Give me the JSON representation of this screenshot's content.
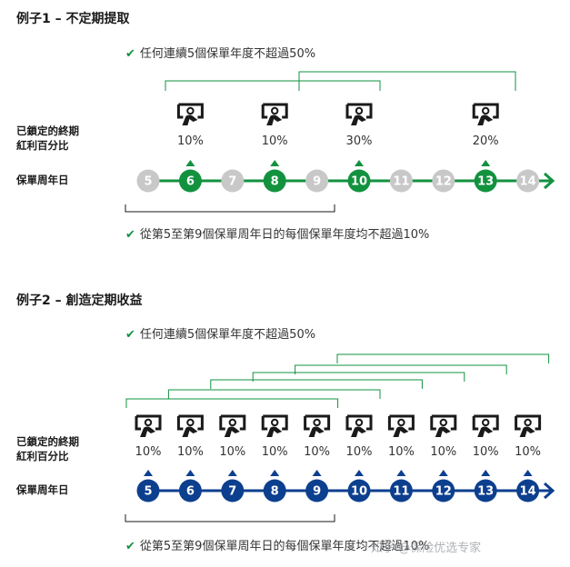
{
  "example1": {
    "title": "例子1 – 不定期提取",
    "top_note": "任何連續5個保單年度不超過50%",
    "bottom_note": "從第5至第9個保單周年日的每個保單年度均不超過10%",
    "row_label_rate": [
      "已鎖定的終期",
      "紅利百分比"
    ],
    "row_label_day": "保單周年日",
    "days": [
      "5",
      "6",
      "7",
      "8",
      "9",
      "10",
      "11",
      "12",
      "13",
      "14"
    ],
    "active_days": [
      "6",
      "8",
      "10",
      "13"
    ],
    "withdrawals": [
      {
        "day": "6",
        "percent": "10%"
      },
      {
        "day": "8",
        "percent": "10%"
      },
      {
        "day": "10",
        "percent": "30%"
      },
      {
        "day": "13",
        "percent": "20%"
      }
    ],
    "colors": {
      "active": "#12923f",
      "inactive": "#c8c8c8",
      "line": "#12923f"
    }
  },
  "example2": {
    "title": "例子2 – 創造定期收益",
    "top_note": "任何連續5個保單年度不超過50%",
    "bottom_note": "從第5至第9個保單周年日的每個保單年度均不超過10%",
    "row_label_rate": [
      "已鎖定的終期",
      "紅利百分比"
    ],
    "row_label_day": "保單周年日",
    "days": [
      "5",
      "6",
      "7",
      "8",
      "9",
      "10",
      "11",
      "12",
      "13",
      "14"
    ],
    "withdrawals": [
      {
        "day": "5",
        "percent": "10%"
      },
      {
        "day": "6",
        "percent": "10%"
      },
      {
        "day": "7",
        "percent": "10%"
      },
      {
        "day": "8",
        "percent": "10%"
      },
      {
        "day": "9",
        "percent": "10%"
      },
      {
        "day": "10",
        "percent": "10%"
      },
      {
        "day": "11",
        "percent": "10%"
      },
      {
        "day": "12",
        "percent": "10%"
      },
      {
        "day": "13",
        "percent": "10%"
      },
      {
        "day": "14",
        "percent": "10%"
      }
    ],
    "colors": {
      "active": "#0d3f8f",
      "line": "#0d3f8f",
      "bracket": "#12923f"
    }
  },
  "watermark": "知乎 @保险优选专家",
  "icon": "money-withdraw-icon"
}
